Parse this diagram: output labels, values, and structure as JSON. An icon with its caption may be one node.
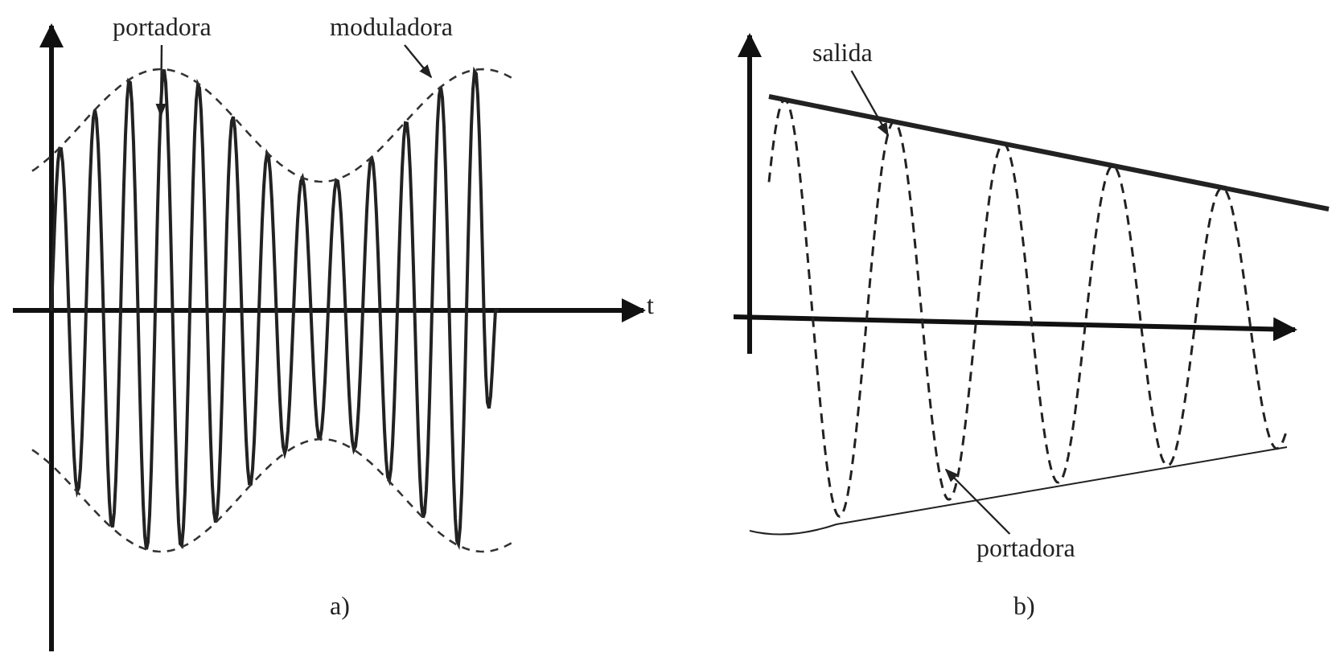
{
  "diagram": {
    "nodes": [
      {
        "text": [
          "portadora"
        ]
      },
      {
        "text": [
          "moduladora"
        ]
      },
      {
        "text": [
          "salida"
        ]
      },
      {
        "text": [
          "portadora"
        ]
      }
    ],
    "edges": [
      {
        "from": 0,
        "to": null,
        "arrow": "to"
      },
      {
        "from": 1,
        "to": null,
        "arrow": "to"
      },
      {
        "from": 2,
        "to": null,
        "arrow": "to"
      },
      {
        "from": 3,
        "to": null,
        "arrow": "to"
      }
    ],
    "labels": [
      "t",
      "a)",
      "b)"
    ]
  }
}
